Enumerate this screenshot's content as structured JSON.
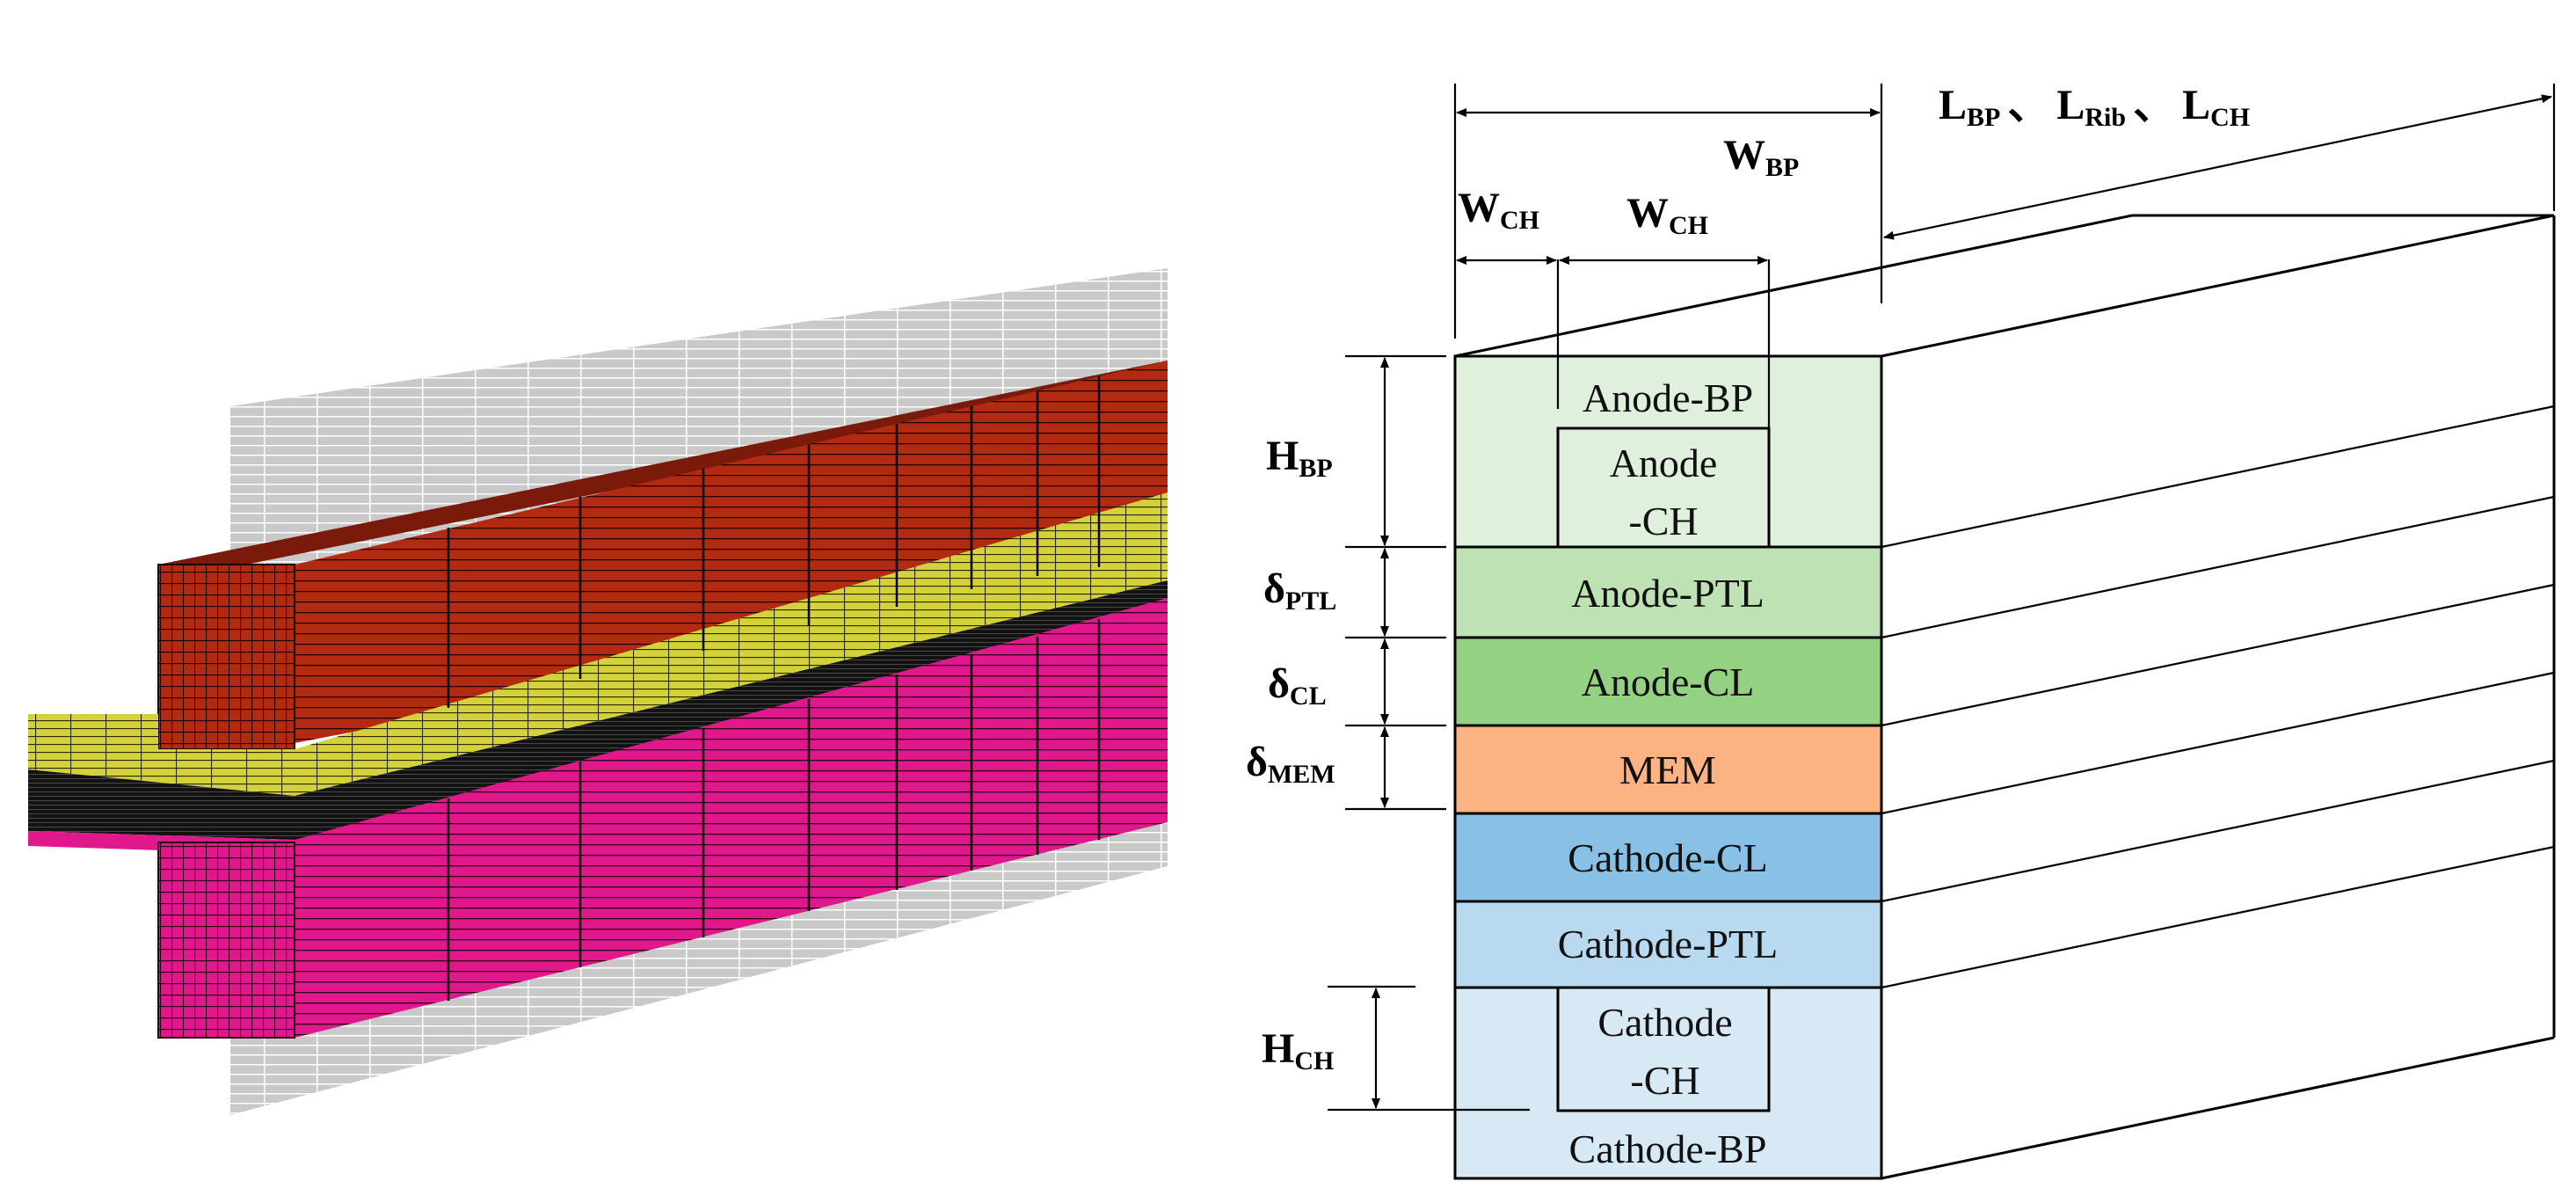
{
  "mesh": {
    "colors": {
      "plate": "#c9c9c9",
      "anode_bp": "#b22a12",
      "gdl_top": "#d4d23a",
      "core": "#121212",
      "cathode_bp": "#e0188c"
    }
  },
  "schematic": {
    "layers": [
      {
        "name": "Anode-BP",
        "color": "#dff0dc"
      },
      {
        "name": "Anode-PTL",
        "color": "#bfe2b5"
      },
      {
        "name": "Anode-CL",
        "color": "#95d182"
      },
      {
        "name": "MEM",
        "color": "#fcb383"
      },
      {
        "name": "Cathode-CL",
        "color": "#88c0e6"
      },
      {
        "name": "Cathode-PTL",
        "color": "#b8d9f0"
      },
      {
        "name": "Cathode-BP",
        "color": "#d8e9f6"
      }
    ],
    "anode_channel": {
      "line1": "Anode",
      "line2": "-CH"
    },
    "cathode_channel": {
      "line1": "Cathode",
      "line2": "-CH"
    },
    "dims": {
      "w_bp": {
        "main": "W",
        "sub": "BP"
      },
      "w_ch1": {
        "main": "W",
        "sub": "CH"
      },
      "w_ch2": {
        "main": "W",
        "sub": "CH"
      },
      "length": {
        "bp": {
          "main": "L",
          "sub": "BP"
        },
        "rib": {
          "main": "L",
          "sub": "Rib"
        },
        "ch": {
          "main": "L",
          "sub": "CH"
        },
        "sep": "、"
      },
      "h_bp": {
        "main": "H",
        "sub": "BP"
      },
      "d_ptl": {
        "main": "δ",
        "sub": "PTL"
      },
      "d_cl": {
        "main": "δ",
        "sub": "CL"
      },
      "d_mem": {
        "main": "δ",
        "sub": "MEM"
      },
      "h_ch": {
        "main": "H",
        "sub": "CH"
      }
    }
  }
}
